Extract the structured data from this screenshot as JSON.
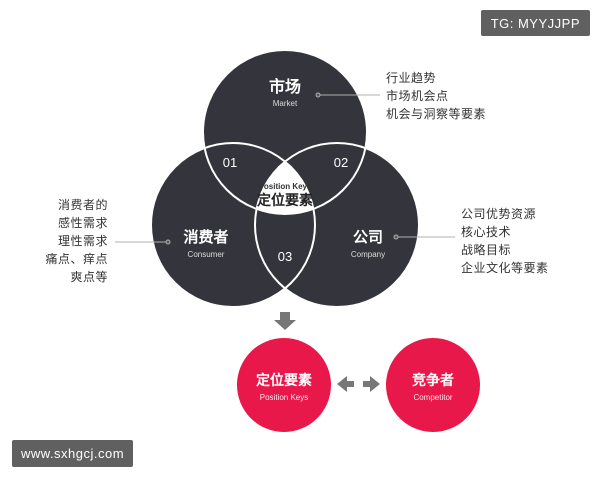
{
  "watermark_top": "TG: MYYJJPP",
  "watermark_bottom": "www.sxhgcj.com",
  "venn": {
    "market": {
      "title": "市场",
      "subtitle": "Market"
    },
    "consumer": {
      "title": "消费者",
      "subtitle": "Consumer"
    },
    "company": {
      "title": "公司",
      "subtitle": "Company"
    },
    "center": {
      "title_en": "Position Keys",
      "title": "定位要素"
    },
    "regions": {
      "r1": "01",
      "r2": "02",
      "r3": "03"
    }
  },
  "annotations": {
    "market": [
      "行业趋势",
      "市场机会点",
      "机会与洞察等要素"
    ],
    "consumer": [
      "消费者的",
      "感性需求",
      "理性需求",
      "痛点、痒点",
      "爽点等"
    ],
    "company": [
      "公司优势资源",
      "核心技术",
      "战略目标",
      "企业文化等要素"
    ]
  },
  "bottom": {
    "position": {
      "title": "定位要素",
      "subtitle": "Position Keys"
    },
    "competitor": {
      "title": "竞争者",
      "subtitle": "Competitor"
    }
  },
  "colors": {
    "circle": "#34343c",
    "accent": "#e8184a",
    "line": "#ffffff",
    "connector": "#b0b0b0"
  }
}
